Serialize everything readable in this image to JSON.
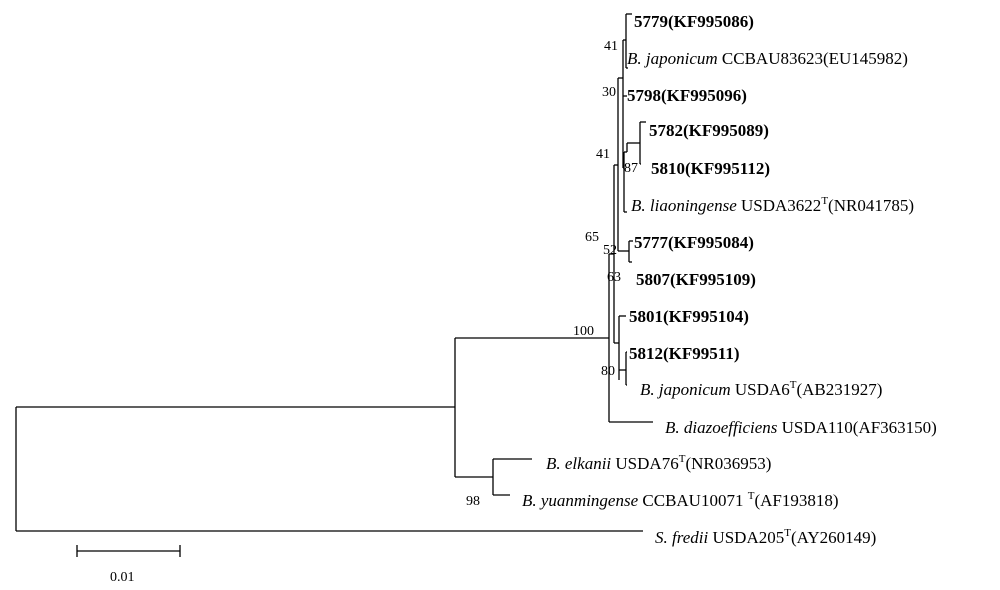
{
  "tree": {
    "leaves": [
      {
        "id": "l5779",
        "genus": "",
        "species": "",
        "name": "5779(KF995086)",
        "sup": "",
        "acc": "",
        "bold": true
      },
      {
        "id": "ljapCC",
        "genus": "B. japonicum",
        "species": "",
        "name": " CCBAU83623(EU145982)",
        "sup": "",
        "acc": "",
        "bold": false
      },
      {
        "id": "l5798",
        "genus": "",
        "species": "",
        "name": "5798(KF995096)",
        "sup": "",
        "acc": "",
        "bold": true
      },
      {
        "id": "l5782",
        "genus": "",
        "species": "",
        "name": "5782(KF995089)",
        "sup": "",
        "acc": "",
        "bold": true
      },
      {
        "id": "l5810",
        "genus": "",
        "species": "",
        "name": "5810(KF995112)",
        "sup": "",
        "acc": "",
        "bold": true
      },
      {
        "id": "lliao",
        "genus": "B. liaoningense",
        "species": "",
        "name": " USDA3622",
        "sup": "T",
        "acc": "(NR041785)",
        "bold": false
      },
      {
        "id": "l5777",
        "genus": "",
        "species": "",
        "name": "5777(KF995084)",
        "sup": "",
        "acc": "",
        "bold": true
      },
      {
        "id": "l5807",
        "genus": "",
        "species": "",
        "name": "5807(KF995109)",
        "sup": "",
        "acc": "",
        "bold": true
      },
      {
        "id": "l5801",
        "genus": "",
        "species": "",
        "name": "5801(KF995104)",
        "sup": "",
        "acc": "",
        "bold": true
      },
      {
        "id": "l5812",
        "genus": "",
        "species": "",
        "name": "5812(KF99511)",
        "sup": "",
        "acc": "",
        "bold": true
      },
      {
        "id": "ljapUS",
        "genus": "B. japonicum",
        "species": "",
        "name": " USDA6",
        "sup": "T",
        "acc": "(AB231927)",
        "bold": false
      },
      {
        "id": "ldiaz",
        "genus": "B. diazoefficiens",
        "species": "",
        "name": " USDA110(AF363150)",
        "sup": "",
        "acc": "",
        "bold": false
      },
      {
        "id": "lelk",
        "genus": "B. elkanii",
        "species": "",
        "name": " USDA76",
        "sup": "T",
        "acc": "(NR036953)",
        "bold": false
      },
      {
        "id": "lyuan",
        "genus": "B. yuanmingense",
        "species": "",
        "name": " CCBAU10071 ",
        "sup": "T",
        "acc": "(AF193818)",
        "bold": false
      },
      {
        "id": "lfred",
        "genus": "S. fredii",
        "species": "",
        "name": " USDA205",
        "sup": "T",
        "acc": "(AY260149)",
        "bold": false
      }
    ],
    "bootstrap": [
      "41",
      "30",
      "41",
      "87",
      "65",
      "52",
      "63",
      "100",
      "80",
      "98"
    ],
    "scale_label": "0.01"
  }
}
